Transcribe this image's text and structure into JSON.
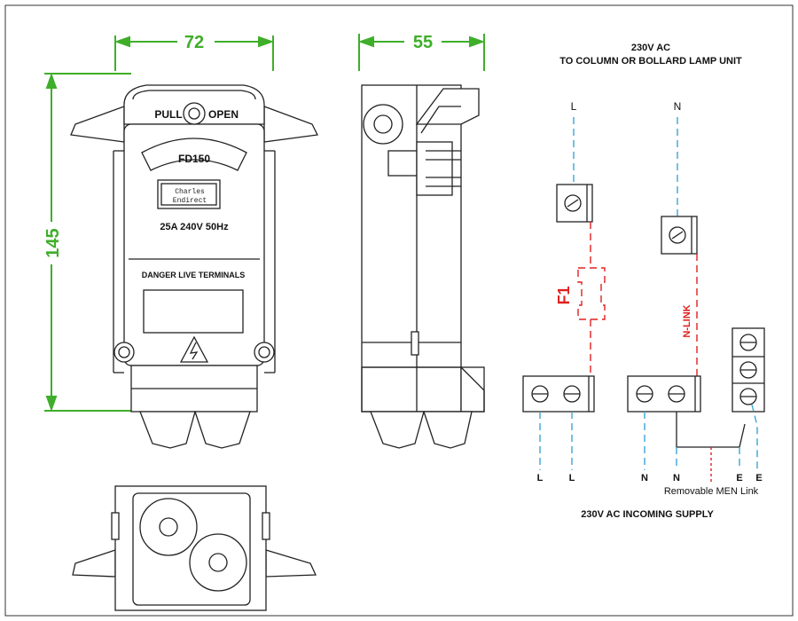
{
  "dimensions": {
    "width": "72",
    "depth": "55",
    "height": "145"
  },
  "front_view": {
    "pull_label": "PULL",
    "open_label": "OPEN",
    "model": "FD150",
    "brand_line1": "Charles",
    "brand_line2": "Endirect",
    "rating": "25A 240V 50Hz",
    "warning": "DANGER LIVE TERMINALS"
  },
  "wiring": {
    "title_line1": "230V AC",
    "title_line2": "TO COLUMN OR BOLLARD LAMP UNIT",
    "top_live_label": "L",
    "top_neutral_label": "N",
    "fuse_label": "F1",
    "n_link_label": "N-LINK",
    "bottom_labels": [
      "L",
      "L",
      "N",
      "N",
      "E",
      "E"
    ],
    "men_link_label": "Removable MEN Link",
    "footer": "230V AC INCOMING SUPPLY"
  },
  "colors": {
    "dimension": "#3fae2a",
    "live": "#e02020",
    "blue_wire": "#3aa6d6",
    "line": "#222222"
  }
}
